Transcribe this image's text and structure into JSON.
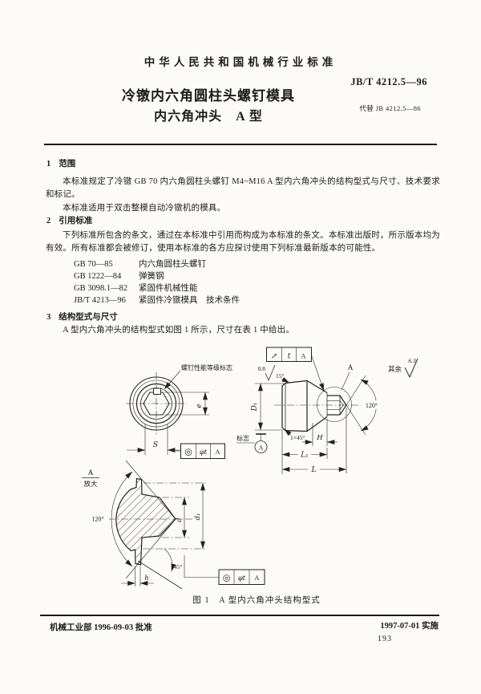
{
  "header": {
    "org_line": "中华人民共和国机械行业标准",
    "std_no": "JB/T 4212.5—96",
    "title_line1": "冷镦内六角圆柱头螺钉模具",
    "title_line2": "内六角冲头　A 型",
    "replaces": "代替 JB 4212.5—86"
  },
  "sections": [
    {
      "no": "1",
      "heading": "范围",
      "p1": "本标准规定了冷镦 GB 70 内六角圆柱头螺钉 M4~M16 A 型内六角冲头的结构型式与尺寸、技术要求和标记。",
      "p2": "本标准适用于双击整模自动冷镦机的模具。"
    },
    {
      "no": "2",
      "heading": "引用标准",
      "p1": "下列标准所包含的条文，通过在本标准中引用而构成为本标准的条文。本标准出版时，所示版本均为有效。所有标准都会被修订，使用本标准的各方应探讨使用下列标准最新版本的可能性。",
      "refs": [
        {
          "code": "GB 70—85",
          "title": "内六角圆柱头螺钉"
        },
        {
          "code": "GB 1222—84",
          "title": "弹簧钢"
        },
        {
          "code": "GB 3098.1—82",
          "title": "紧固件机械性能"
        },
        {
          "code": "JB/T 4213—96",
          "title": "紧固件冷镦模具　技术条件"
        }
      ]
    },
    {
      "no": "3",
      "heading": "结构型式与尺寸",
      "p1": "A 型内六角冲头的结构型式如图 1 所示，尺寸在表 1 中给出。"
    }
  ],
  "figure": {
    "caption": "图 1　A 型内六角冲头结构型式",
    "labels": {
      "grade_mark": "螺钉性能等级标志",
      "dim_e": "e",
      "dim_s": "S",
      "conc_sym": "◎",
      "tol_phit": "φt",
      "datum_a": "A",
      "runout_sym": "↗",
      "tol_t": "t",
      "rough_08": "0.8",
      "angle_15": "15°",
      "chamfer": "1×45°",
      "dim_D1": "D₁",
      "mark": "标志",
      "dim_H": "H",
      "dim_L1": "L₁",
      "dim_L": "L",
      "angle_120": "120°",
      "detail_ref": "A",
      "rest": "其余",
      "rough_63": "6.3",
      "detail_a": "A",
      "detail_mag": "放大",
      "angle_45": "45°",
      "dim_h": "h",
      "dim_d": "d",
      "dim_d1": "d₁"
    }
  },
  "footer": {
    "approved": "机械工业部 1996-09-03 批准",
    "implemented": "1997-07-01 实施",
    "page_number": "193"
  }
}
